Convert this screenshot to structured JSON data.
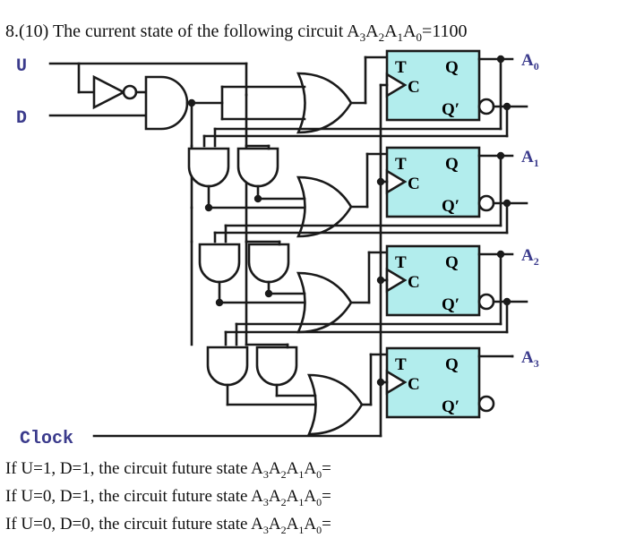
{
  "question": {
    "number": "8.(10)",
    "title_prefix": "8.(10) The current state of the following circuit A",
    "title_full": "8.(10) The current state of the following circuit A3A2A1A0=1100",
    "state_value": "1100",
    "state_register": "A3A2A1A0"
  },
  "title_parts": {
    "lead": "8.(10) The current state of the following circuit A",
    "s3": "3",
    "a2": "A",
    "s2": "2",
    "a1": "A",
    "s1": "1",
    "a0": "A",
    "s0": "0",
    "eq": "=1100"
  },
  "inputs": {
    "up": "U",
    "down": "D",
    "clock": "Clock"
  },
  "outputs": [
    {
      "label": "A",
      "sub": "0"
    },
    {
      "label": "A",
      "sub": "1"
    },
    {
      "label": "A",
      "sub": "2"
    },
    {
      "label": "A",
      "sub": "3"
    }
  ],
  "flipflops": [
    {
      "name": "ff0",
      "t": "T",
      "c": "C",
      "q": "Q",
      "qn": "Q′"
    },
    {
      "name": "ff1",
      "t": "T",
      "c": "C",
      "q": "Q",
      "qn": "Q′"
    },
    {
      "name": "ff2",
      "t": "T",
      "c": "C",
      "q": "Q",
      "qn": "Q′"
    },
    {
      "name": "ff3",
      "t": "T",
      "c": "C",
      "q": "Q",
      "qn": "Q′"
    }
  ],
  "gates": {
    "not_count": 1,
    "and_count": 7,
    "or_count": 4,
    "notes": "NOT on U, AND of U' and D, three stages of AND pairs feeding OR gates"
  },
  "questions": [
    {
      "lead": "If U=1, D=1, the circuit future state A",
      "s3": "3",
      "a2": "A",
      "s2": "2",
      "a1": "A",
      "s1": "1",
      "a0": "A",
      "s0": "0",
      "eq": "=",
      "full": "If U=1, D=1, the circuit future state A3A2A1A0="
    },
    {
      "lead": "If U=0, D=1, the circuit future state A",
      "s3": "3",
      "a2": "A",
      "s2": "2",
      "a1": "A",
      "s1": "1",
      "a0": "A",
      "s0": "0",
      "eq": "=",
      "full": "If U=0, D=1, the circuit future state A3A2A1A0="
    },
    {
      "lead": "If U=0, D=0, the circuit future state A",
      "s3": "3",
      "a2": "A",
      "s2": "2",
      "a1": "A",
      "s1": "1",
      "a0": "A",
      "s0": "0",
      "eq": "=",
      "full": "If U=0, D=0, the circuit future state A3A2A1A0="
    }
  ],
  "colors": {
    "label_blue": "#3b3b8c",
    "ff_fill": "#b2eded",
    "wire": "#1a1a1a",
    "text": "#111111",
    "background": "#ffffff"
  }
}
